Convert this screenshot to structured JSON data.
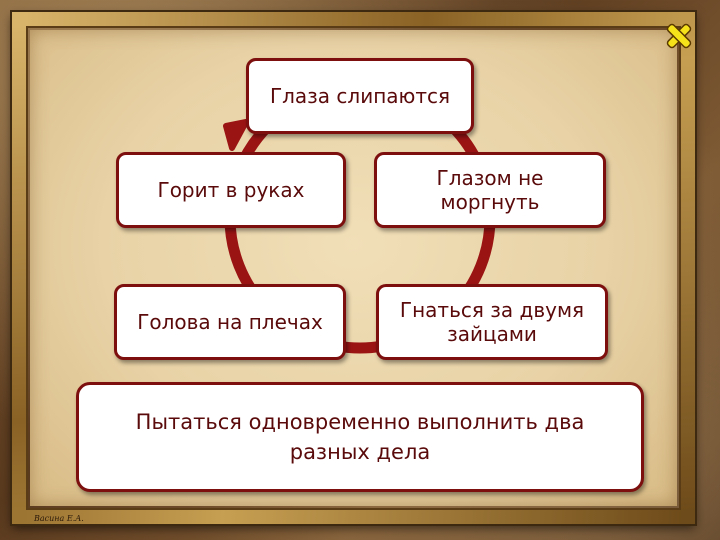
{
  "slide": {
    "nodes": {
      "top": "Глаза слипаются",
      "right_upper": "Глазом не моргнуть",
      "right_lower": "Гнаться за двумя зайцами",
      "left_lower": "Голова на плечах",
      "left_upper": "Горит в руках"
    },
    "definition": "Пытаться одновременно выполнить два разных дела",
    "signature": "Васина Е.А."
  },
  "colors": {
    "accent": "#7d0f0f",
    "arrow": "#9b1414",
    "close_icon": "#f6e21a"
  },
  "icons": {
    "close": "close-icon"
  }
}
